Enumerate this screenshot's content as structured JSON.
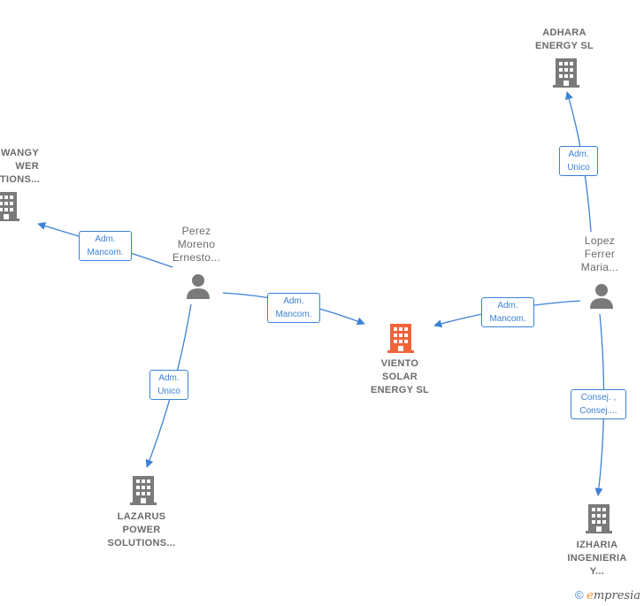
{
  "colors": {
    "edge": "#3b82d6",
    "company": "#7a7a7a",
    "main_company": "#f0643a",
    "person": "#7a7a7a"
  },
  "nodes": {
    "main": {
      "lines": [
        "VIENTO",
        "SOLAR",
        "ENERGY  SL"
      ],
      "icon": "building-icon"
    },
    "adhara": {
      "lines": [
        "ADHARA",
        "ENERGY  SL"
      ],
      "icon": "building-icon"
    },
    "wangy": {
      "lines": [
        "WANGY",
        "WER",
        "TIONS..."
      ],
      "icon": "building-icon"
    },
    "lazarus": {
      "lines": [
        "LAZARUS",
        "POWER",
        "SOLUTIONS..."
      ],
      "icon": "building-icon"
    },
    "izharia": {
      "lines": [
        "IZHARIA",
        "INGENIERIA",
        "Y..."
      ],
      "icon": "building-icon"
    },
    "perez": {
      "lines": [
        "Perez",
        "Moreno",
        "Ernesto..."
      ],
      "icon": "person-icon"
    },
    "lopez": {
      "lines": [
        "Lopez",
        "Ferrer",
        "Maria..."
      ],
      "icon": "person-icon"
    }
  },
  "relations": {
    "perez_wangy": [
      "Adm.",
      "Mancom."
    ],
    "perez_main": [
      "Adm.",
      "Mancom."
    ],
    "perez_lazarus": [
      "Adm.",
      "Unico"
    ],
    "lopez_main": [
      "Adm.",
      "Mancom."
    ],
    "lopez_adhara": [
      "Adm.",
      "Unico"
    ],
    "lopez_izharia": [
      "Consej. ,",
      "Consej...."
    ]
  },
  "footer": {
    "copyright_symbol": "©",
    "brand_initial": "e",
    "brand_rest": "mpresia"
  }
}
